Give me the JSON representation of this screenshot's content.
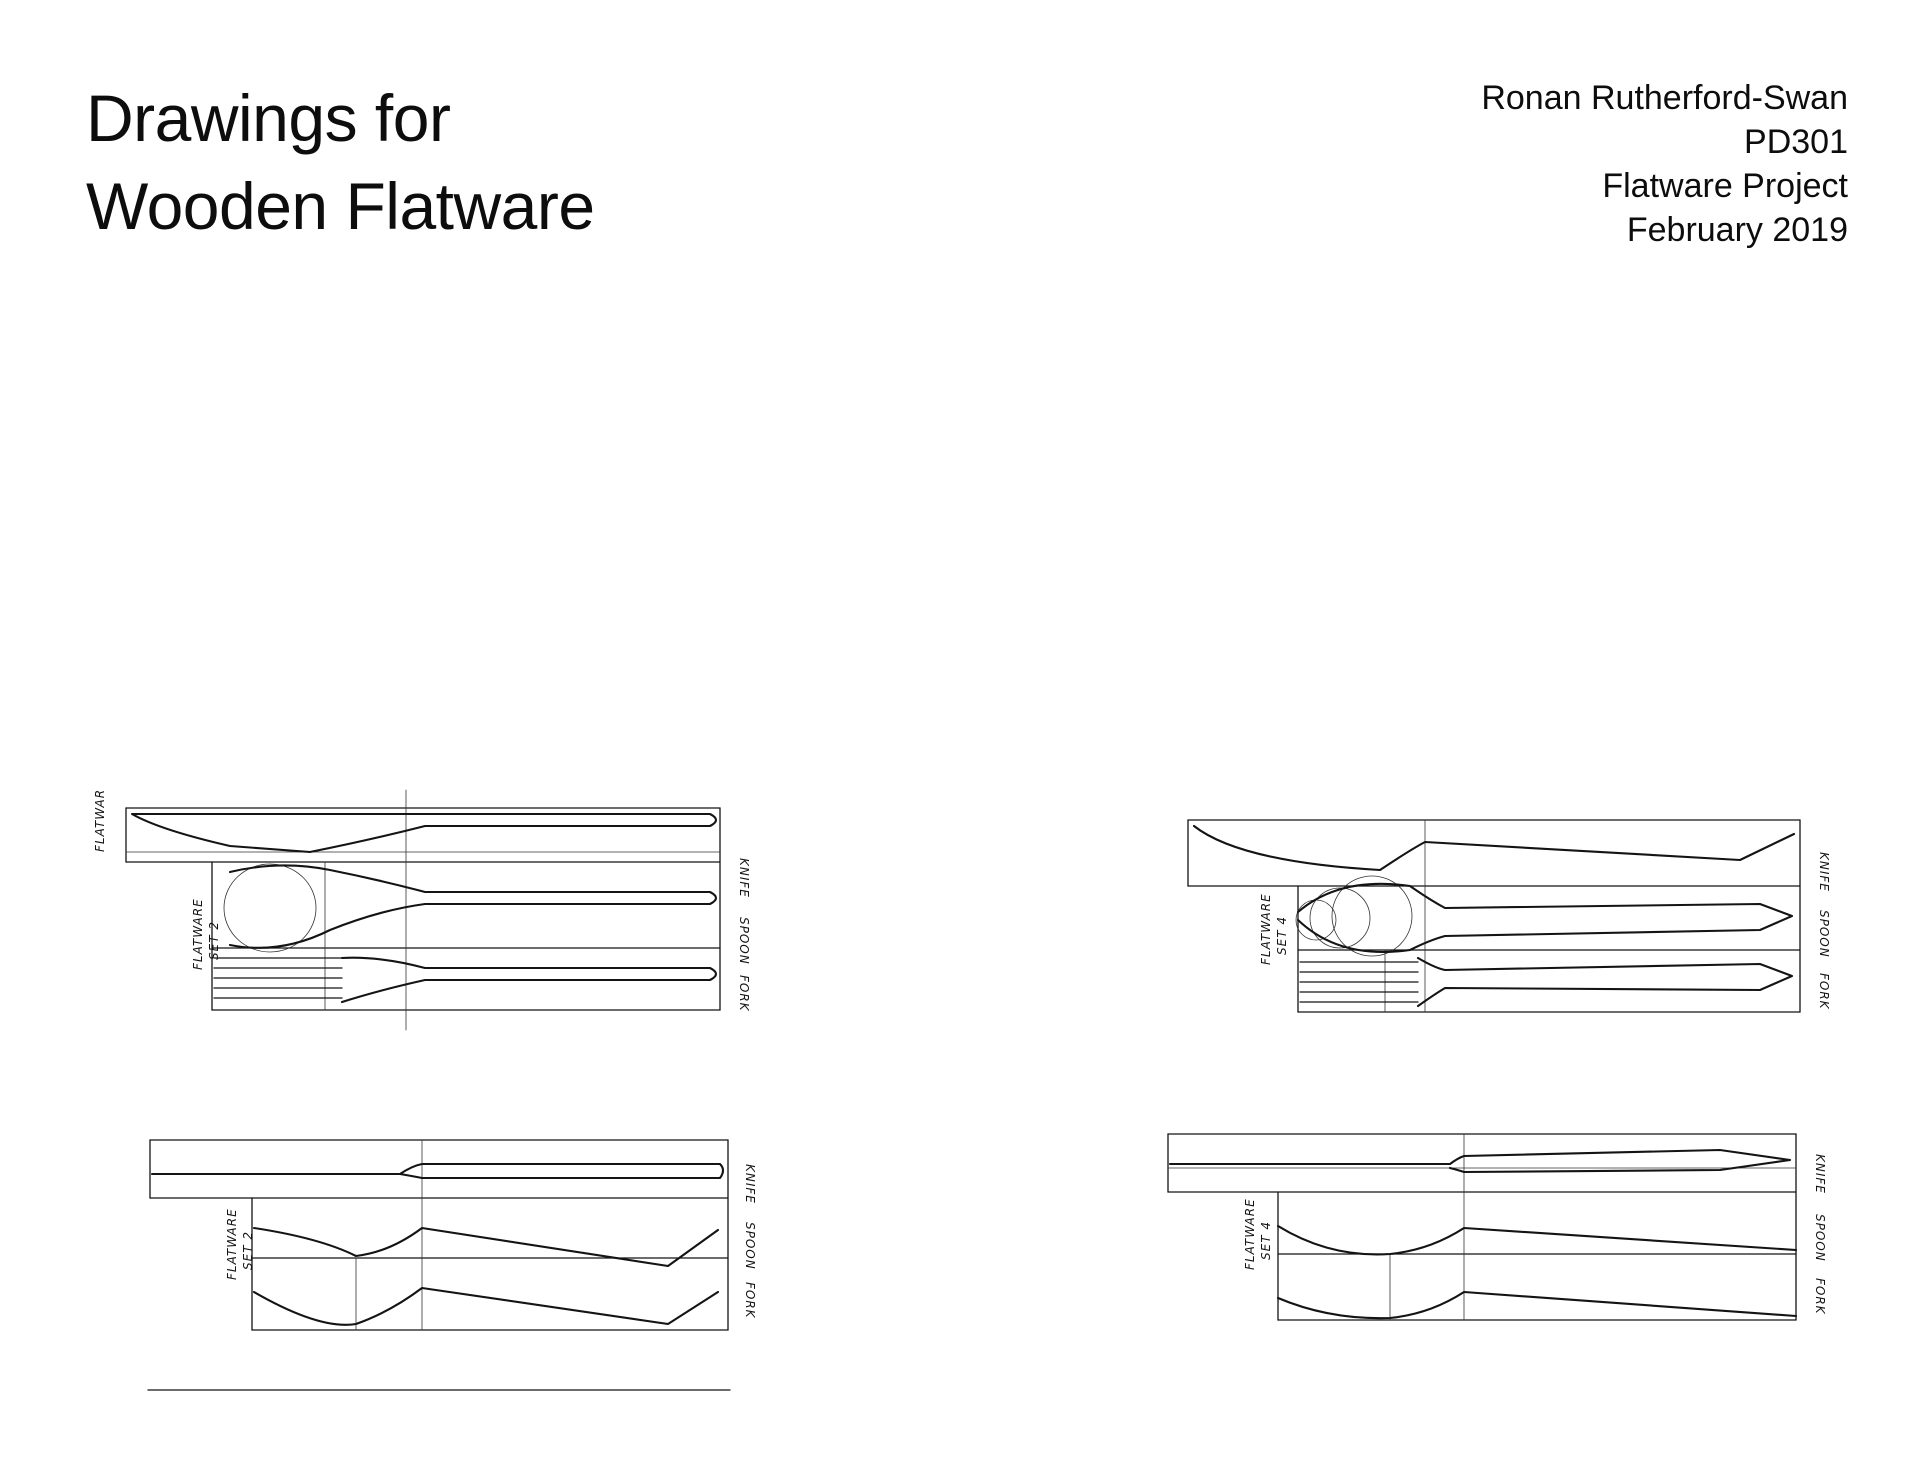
{
  "header": {
    "title_line1": "Drawings for",
    "title_line2": "Wooden Flatware",
    "author": "Ronan Rutherford-Swan",
    "course": "PD301",
    "project": "Flatware Project",
    "date": "February 2019"
  },
  "drawings": {
    "set2_top": {
      "label_cut": "FLATWAR",
      "set_line1": "FLATWARE",
      "set_line2": "SET 2",
      "knife": "KNIFE",
      "spoon": "SPOON",
      "fork": "FORK"
    },
    "set4_top": {
      "set_line1": "FLATWARE",
      "set_line2": "SET 4",
      "knife": "KNIFE",
      "spoon": "SPOON",
      "fork": "FORK"
    },
    "set2_side": {
      "set_line1": "FLATWARE",
      "set_line2": "SET 2",
      "knife": "KNIFE",
      "spoon": "SPOON",
      "fork": "FORK"
    },
    "set4_side": {
      "set_line1": "FLATWARE",
      "set_line2": "SET 4",
      "knife": "KNIFE",
      "spoon": "SPOON",
      "fork": "FORK"
    }
  }
}
